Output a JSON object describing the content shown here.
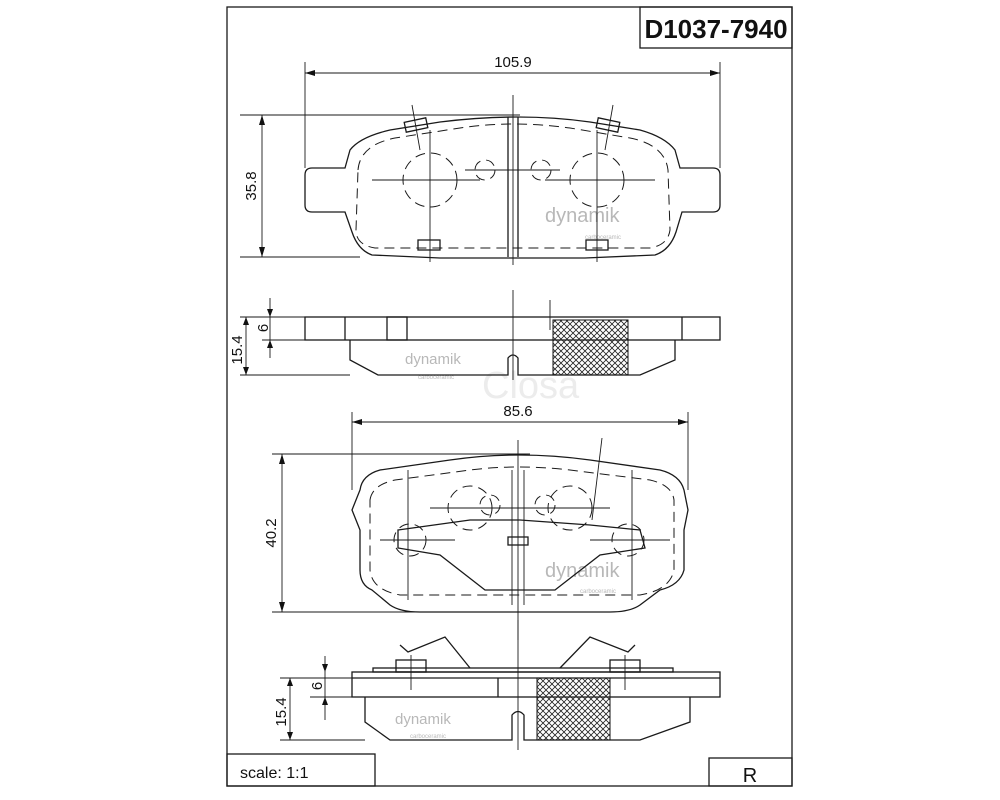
{
  "title": "D1037-7940",
  "scale_label": "scale: 1:1",
  "side_label": "R",
  "dimensions": {
    "top_width": "105.9",
    "top_height": "35.8",
    "side1_total": "15.4",
    "side1_plate": "6",
    "bottom_width": "85.6",
    "bottom_height": "40.2",
    "side2_total": "15.4",
    "side2_plate": "6"
  },
  "watermarks": {
    "brand": "dynamik",
    "sub": "carboceramic",
    "faint": "Closa"
  }
}
